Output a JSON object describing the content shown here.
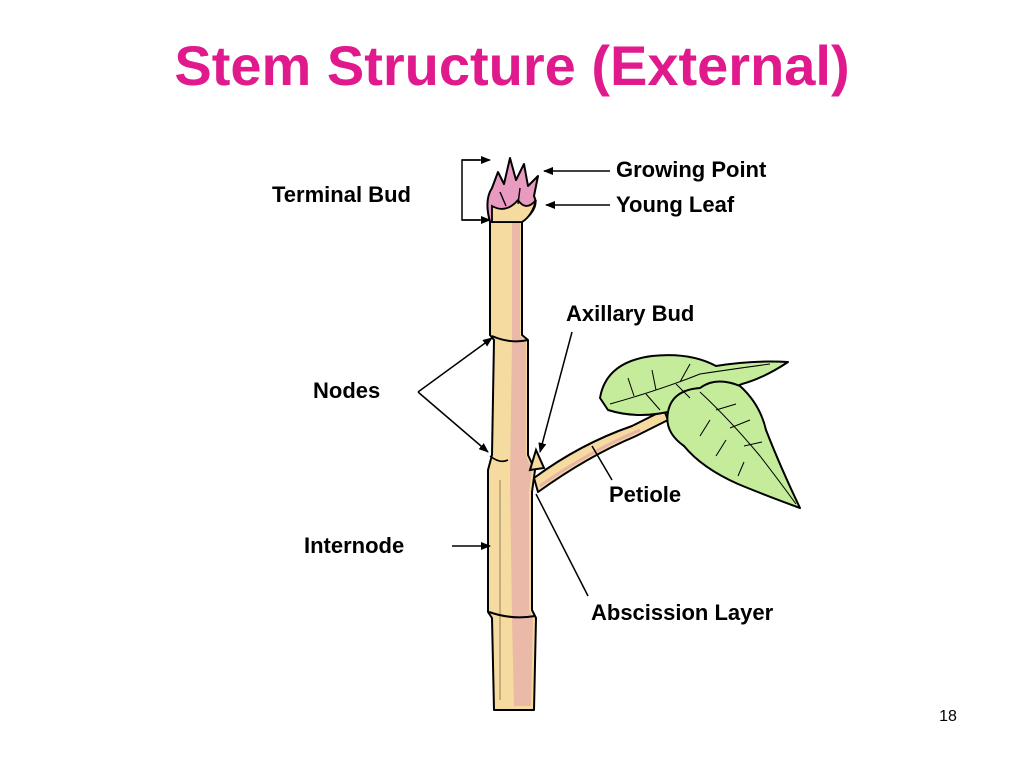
{
  "slide": {
    "title": "Stem Structure (External)",
    "page_number": "18"
  },
  "diagram": {
    "labels": {
      "growing_point": "Growing Point",
      "young_leaf": "Young Leaf",
      "terminal_bud": "Terminal Bud",
      "axillary_bud": "Axillary Bud",
      "nodes": "Nodes",
      "petiole": "Petiole",
      "internode": "Internode",
      "abscission_layer": "Abscission Layer"
    }
  },
  "colors": {
    "title": "#e0198c",
    "stem_fill": "#f6dba0",
    "stem_shade": "#e9b3a8",
    "bud_pink": "#e89ac0",
    "leaf_fill": "#c4ec9a",
    "outline": "#000000"
  }
}
